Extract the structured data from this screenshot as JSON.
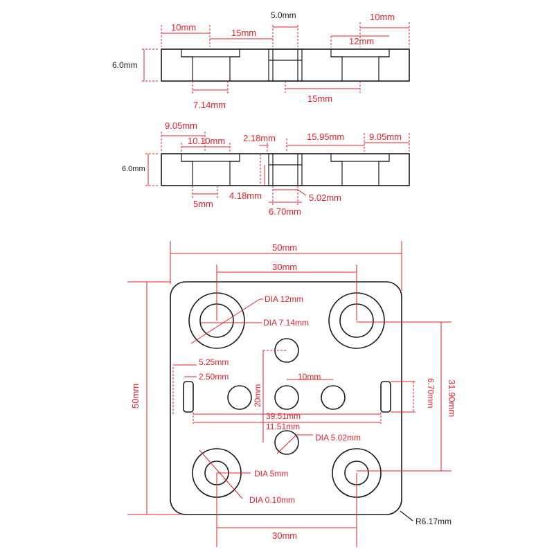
{
  "top_view": {
    "height": "6.0mm",
    "left_offset": "10mm",
    "center_gap": "15mm",
    "slot_width": "5.0mm",
    "right_offset": "10mm",
    "counterbore": "12mm",
    "bore": "7.14mm",
    "right_gap": "15mm"
  },
  "mid_view": {
    "height": "6.0mm",
    "left_edge": "9.05mm",
    "left_cb": "10.10mm",
    "slot_left": "2.18mm",
    "right_span": "15.95mm",
    "right_edge": "9.05mm",
    "bore": "5mm",
    "slot_depth": "4.18mm",
    "slot_width": "6.70mm",
    "slot_inner": "5.02mm"
  },
  "plate": {
    "width": "50mm",
    "height": "50mm",
    "top_pitch": "30mm",
    "bottom_pitch": "30mm",
    "dia_12": "DIA 12mm",
    "dia_714": "DIA 7.14mm",
    "dia_5": "DIA 5mm",
    "dia_010": "DIA 0.10mm",
    "dia_502": "DIA 5.02mm",
    "slot_offset_a": "5.25mm",
    "slot_offset_b": "2.50mm",
    "hole_pitch": "10mm",
    "vertical_pitch": "20mm",
    "slot_span": "39.51mm",
    "slot_inner_span": "11.51mm",
    "slot_length": "6.70mm",
    "right_height": "31.90mm",
    "corner_radius": "R6.17mm"
  }
}
